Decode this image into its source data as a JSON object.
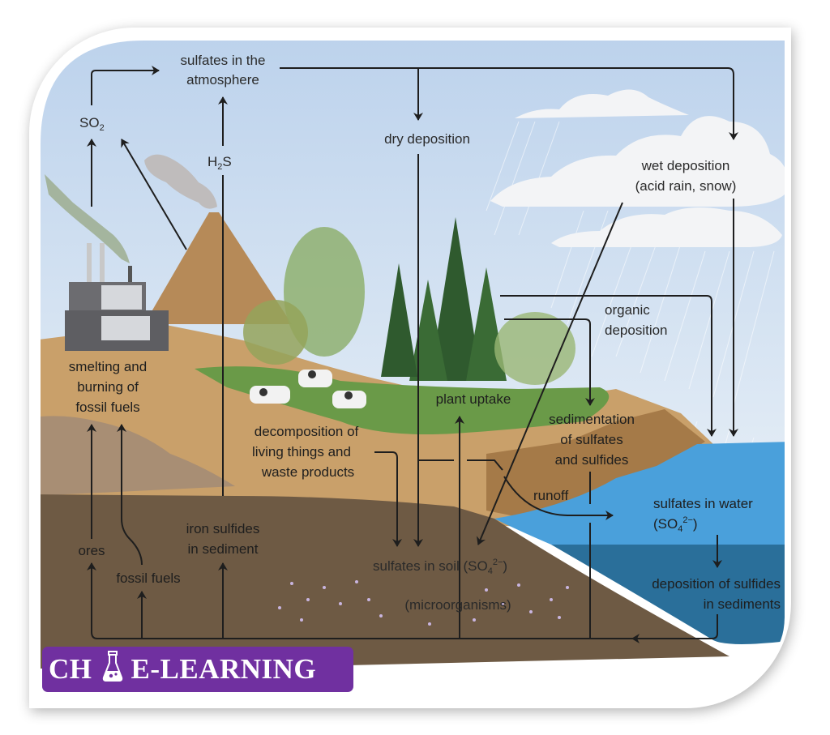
{
  "title": "Sulfur cycle",
  "colors": {
    "sky_top": "#bdd3ec",
    "sky_bottom": "#dbe7f3",
    "ground_tan": "#c9a06a",
    "soil_dark": "#6e5a44",
    "grass": "#6a9a48",
    "water_light": "#4aa0db",
    "water_deep": "#2a6f9a",
    "arrow": "#1e1e1e",
    "logo_bg": "#7030a0"
  },
  "labels": {
    "sulfates_atmosphere": [
      "sulfates in the",
      "atmosphere"
    ],
    "so2": {
      "base": "SO",
      "sub": "2"
    },
    "h2s": {
      "base": "H",
      "sub": "2",
      "tail": "S"
    },
    "dry_deposition": "dry deposition",
    "wet_deposition": [
      "wet deposition",
      "(acid rain, snow)"
    ],
    "organic_deposition": [
      "organic",
      "deposition"
    ],
    "smelting": [
      "smelting and",
      "burning of",
      "fossil fuels"
    ],
    "decomposition": [
      "decomposition of",
      "living things and",
      "waste products"
    ],
    "plant_uptake": "plant uptake",
    "sedimentation": [
      "sedimentation",
      "of sulfates",
      "and sulfides"
    ],
    "runoff": "runoff",
    "sulfates_water": {
      "line1": "sulfates in water",
      "base": "(SO",
      "sub": "4",
      "sup": "2−",
      "tail": ")"
    },
    "sulfates_soil": {
      "base": "sulfates in soil (SO",
      "sub": "4",
      "sup": "2−",
      "tail": ")"
    },
    "microorganisms": "(microorganisms)",
    "deposition_sulfides": [
      "deposition of sulfides",
      "in sediments"
    ],
    "iron_sulfides": [
      "iron sulfides",
      "in sediment"
    ],
    "ores": "ores",
    "fossil_fuels": "fossil fuels"
  },
  "logo": {
    "left_text": "CH",
    "icon": "flask-icon",
    "right_text": "E-LEARNING"
  }
}
